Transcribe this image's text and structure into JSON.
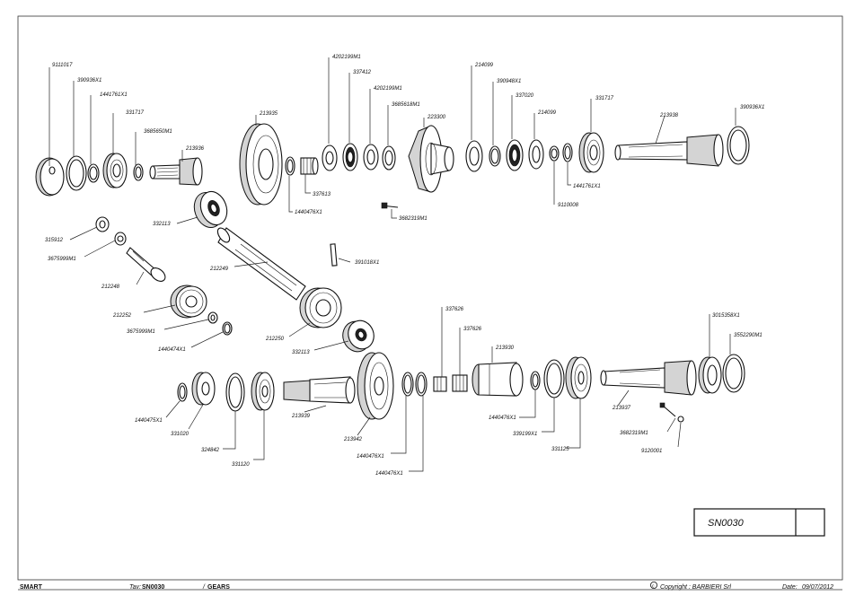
{
  "sheet_code": "SN0030",
  "footer": {
    "model": "SMART",
    "table_prefix": "Tav:",
    "table_code": "SN0030",
    "section": "GEARS",
    "copyright": "Copyright : BARBIERI Srl",
    "date_label": "Date:",
    "date": "09/07/2012"
  },
  "parts": {
    "p9111017": "9111017",
    "p390936x1_a": "390936X1",
    "p1441761x1_a": "1441761X1",
    "p331717_a": "331717",
    "p3685650m1": "3685650M1",
    "p213936": "213936",
    "p213935": "213935",
    "p4202199m1_a": "4202199M1",
    "p337412": "337412",
    "p4202199m1_b": "4202199M1",
    "p3685618m1": "3685618M1",
    "p223300": "223300",
    "p337613": "337613",
    "p1440476x1_a": "1440476X1",
    "p3682319m1_a": "3682319M1",
    "p214099_a": "214099",
    "p390948x1": "390948X1",
    "p337020": "337020",
    "p214099_b": "214099",
    "p331717_b": "331717",
    "p213938": "213938",
    "p390936x1_b": "390936X1",
    "p1441761x1_b": "1441761X1",
    "p9110008": "9110008",
    "p315912": "315912",
    "p3675999m1_a": "3675999M1",
    "p212248": "212248",
    "p212252": "212252",
    "p3675999m1_b": "3675999M1",
    "p1440474x1": "1440474X1",
    "p332113_a": "332113",
    "p212249": "212249",
    "p391018x1": "391018X1",
    "p212250": "212250",
    "p332113_b": "332113",
    "p337626_a": "337626",
    "p337626_b": "337626",
    "p213930": "213930",
    "p3015358x1": "3015358X1",
    "p3552290m1": "3552290M1",
    "p1440475x1": "1440475X1",
    "p331020": "331020",
    "p324842": "324842",
    "p331120": "331120",
    "p213939": "213939",
    "p213942": "213942",
    "p1440476x1_b": "1440476X1",
    "p1440476x1_c": "1440476X1",
    "p1440476x1_d": "1440476X1",
    "p339199x1": "339199X1",
    "p331125": "331125",
    "p213937": "213937",
    "p3682319m1_b": "3682319M1",
    "p9120001": "9120001"
  }
}
